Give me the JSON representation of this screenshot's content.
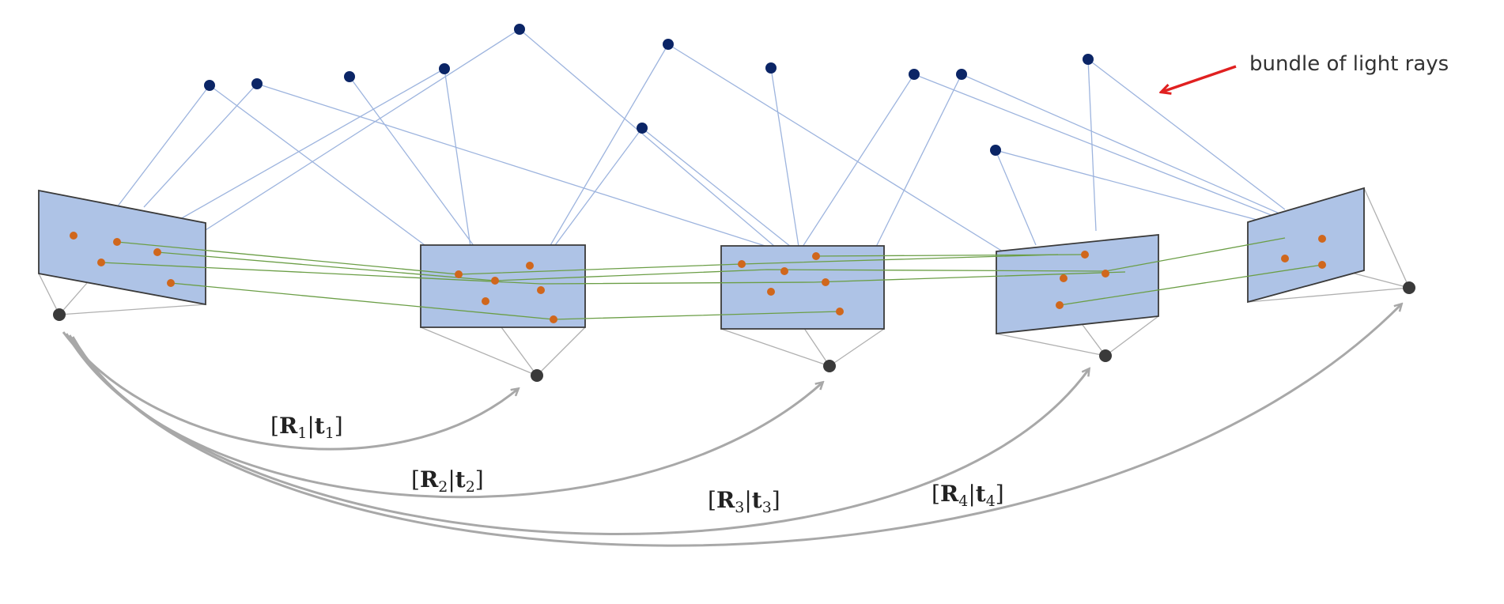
{
  "annotation": {
    "text": "bundle of light rays",
    "arrow_color": "#e02020"
  },
  "transforms": [
    {
      "R": "R",
      "t": "t",
      "index": "1"
    },
    {
      "R": "R",
      "t": "t",
      "index": "2"
    },
    {
      "R": "R",
      "t": "t",
      "index": "3"
    },
    {
      "R": "R",
      "t": "t",
      "index": "4"
    }
  ],
  "colors": {
    "image_plane_fill": "#aec3e6",
    "image_plane_stroke": "#3a3a3a",
    "world_point": "#0b2566",
    "feature_point": "#d0671c",
    "camera_center": "#3a3a3a",
    "light_ray": "#9db4de",
    "track_line": "#6b9e46",
    "frustum_line": "#b0b0b0",
    "transform_arc": "#a8a8a8"
  }
}
